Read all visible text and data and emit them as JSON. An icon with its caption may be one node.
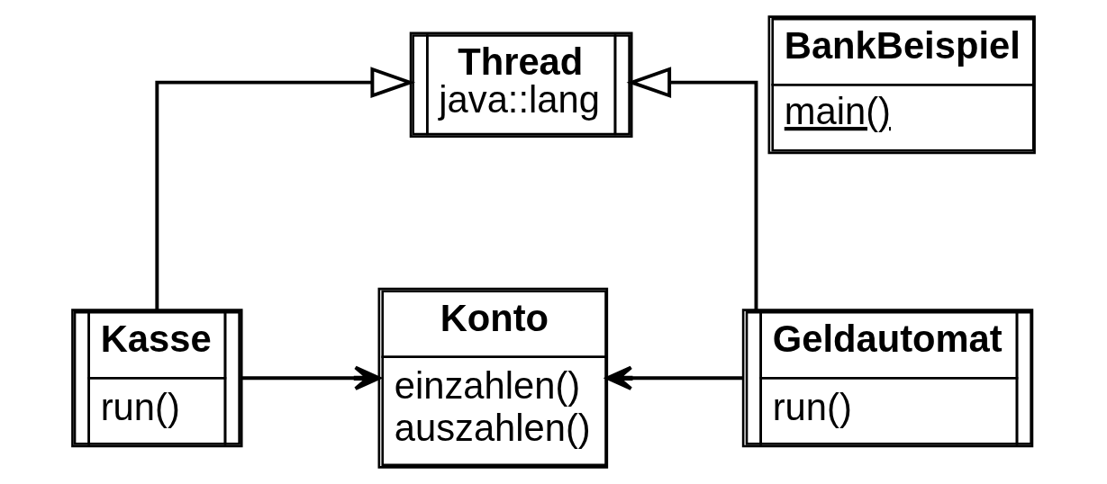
{
  "diagram": {
    "nodes": [
      {
        "text": [
          "Thread",
          "java::lang"
        ]
      },
      {
        "text": [
          "BankBeispiel",
          "main()"
        ]
      },
      {
        "text": [
          "Kasse",
          "run()"
        ]
      },
      {
        "text": [
          "Geldautomat",
          "run()"
        ]
      },
      {
        "text": [
          "Konto",
          "einzahlen()",
          "auszahlen()"
        ]
      }
    ],
    "edges": [
      {
        "from": 2,
        "to": 0,
        "arrow": "to"
      },
      {
        "from": 3,
        "to": 0,
        "arrow": "to"
      },
      {
        "from": 3,
        "to": 4,
        "arrow": "to"
      },
      {
        "from": 2,
        "to": 4,
        "arrow": "to"
      }
    ]
  }
}
